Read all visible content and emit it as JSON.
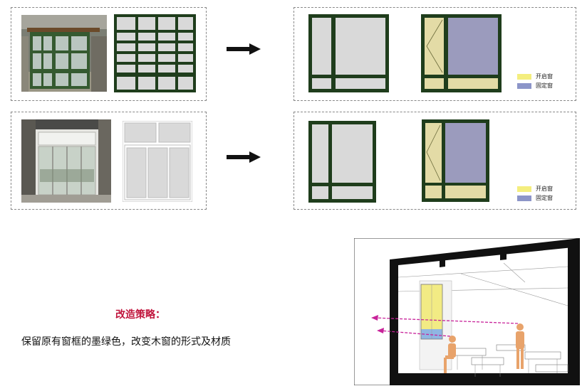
{
  "legend": {
    "open_label": "开启窗",
    "fixed_label": "固定窗",
    "open_color": "#f4ee7e",
    "fixed_color": "#8c95c8"
  },
  "strategy": {
    "title": "改造策略：",
    "description": "保留原有窗框的墨绿色，改变木窗的形式及材质"
  },
  "colors": {
    "frame_green": "#1f3d1c",
    "glass_gray": "#d9d9d9",
    "fixed_purple": "#9b9bbd",
    "open_yellow_tint": "#e3dba6",
    "sightline_magenta": "#c8239a",
    "figure_orange": "#e8a36b"
  }
}
